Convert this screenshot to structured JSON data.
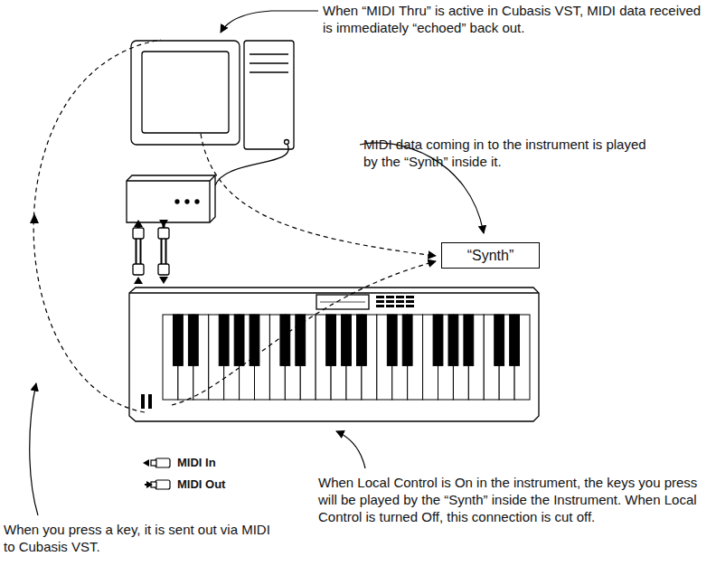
{
  "diagram": {
    "nodes": [
      {
        "text": [
          "“Synth”"
        ]
      }
    ],
    "labels": [
      "When “MIDI Thru” is active in Cubasis VST, MIDI data received is immediately “echoed” back out.",
      "MIDI data coming in to the instrument is played by the “Synth” inside it.",
      "When Local Control is On in the instrument, the keys you press will be played by the “Synth” inside the Instrument. When Local Control is turned Off, this connection is cut off.",
      "When you press a key, it is sent out via MIDI to Cubasis VST."
    ],
    "legend": [
      {
        "text": "MIDI In"
      },
      {
        "text": "MIDI Out"
      }
    ]
  }
}
